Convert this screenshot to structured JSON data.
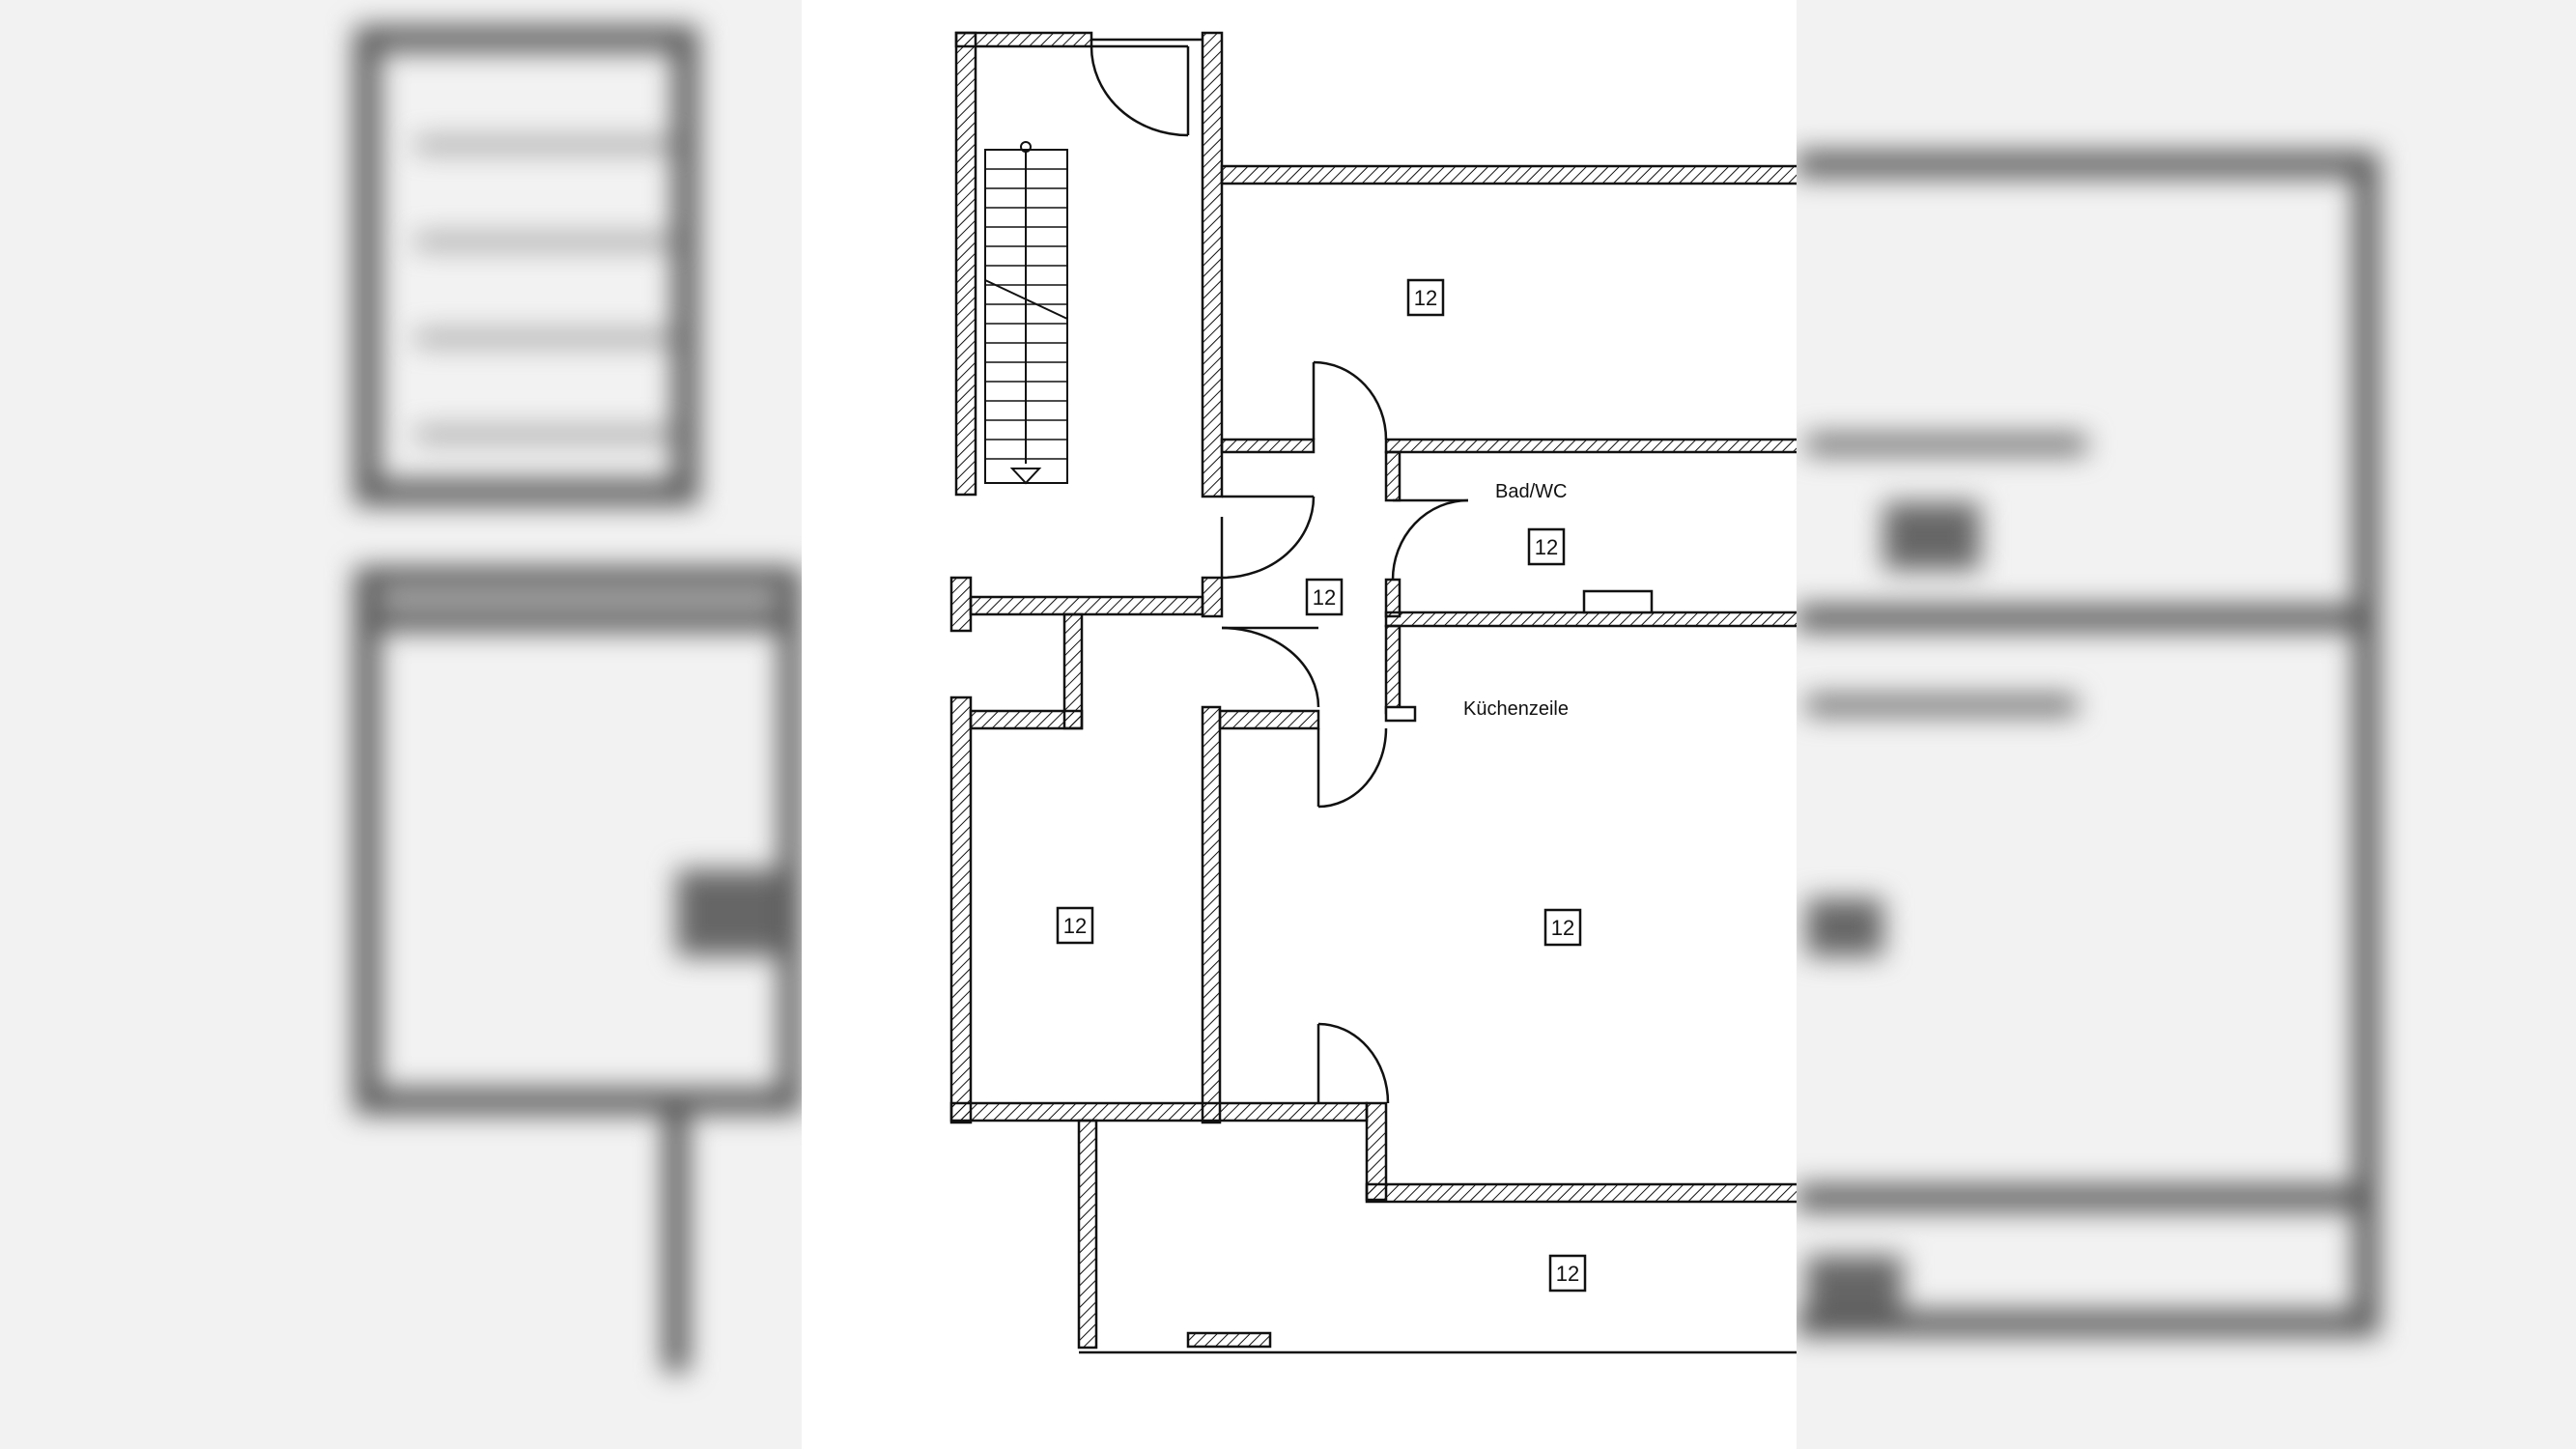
{
  "rooms": [
    {
      "id": "bedroom-top",
      "code": "12"
    },
    {
      "id": "bathroom",
      "label": "Bad/WC",
      "code": "12"
    },
    {
      "id": "hallway",
      "code": "12"
    },
    {
      "id": "kitchen-living",
      "label": "Küchenzeile",
      "code": "12"
    },
    {
      "id": "bedroom-left",
      "code": "12"
    },
    {
      "id": "balcony",
      "code": "12"
    }
  ]
}
